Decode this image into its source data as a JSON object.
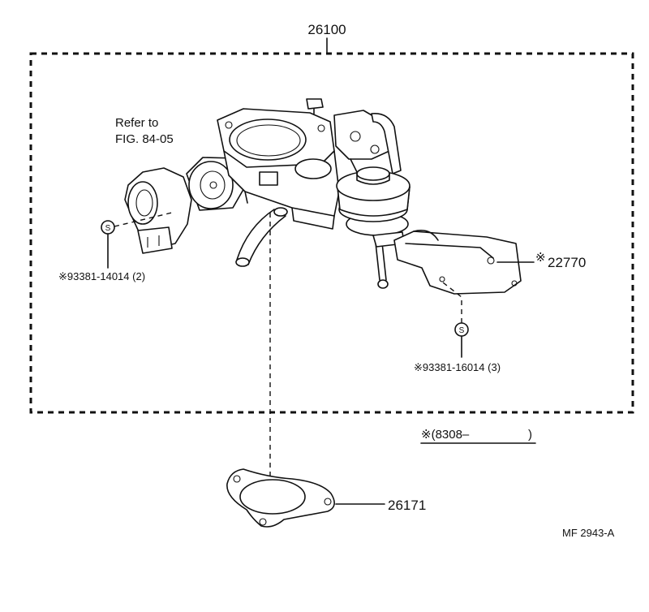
{
  "diagram": {
    "main_part": "26100",
    "refer_line1": "Refer to",
    "refer_line2": "FIG. 84-05",
    "s_marker": "S",
    "bolt_left": "※93381-14014 (2)",
    "bracket_mark": "※",
    "bracket_part": "22770",
    "bolt_right": "※93381-16014 (3)",
    "note_open": "※(8308–",
    "note_close": ")",
    "gasket": "26171",
    "figure_code": "MF 2943-A"
  }
}
